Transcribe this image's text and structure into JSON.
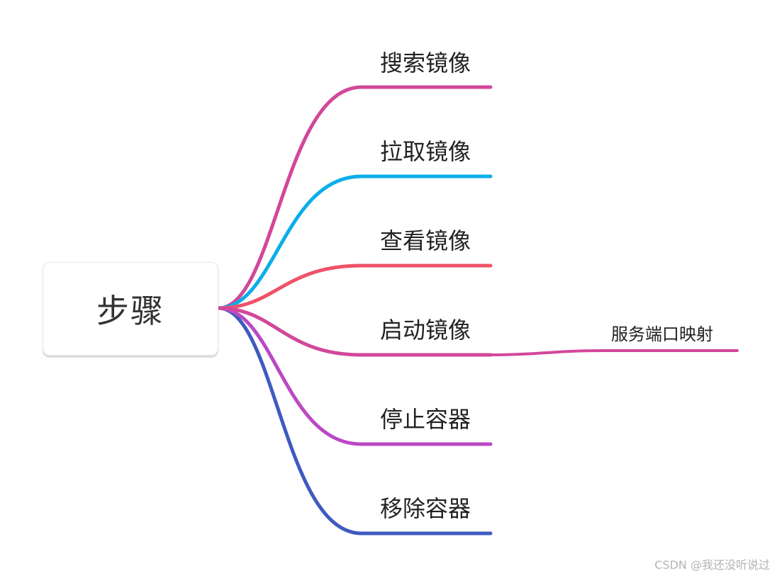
{
  "root": {
    "label": "步骤"
  },
  "branches": [
    {
      "label": "搜索镜像",
      "color": "#d2479a"
    },
    {
      "label": "拉取镜像",
      "color": "#0aaee8"
    },
    {
      "label": "查看镜像",
      "color": "#ee5369"
    },
    {
      "label": "启动镜像",
      "color": "#d2479a",
      "children": [
        {
          "label": "服务端口映射"
        }
      ]
    },
    {
      "label": "停止容器",
      "color": "#bb48c4"
    },
    {
      "label": "移除容器",
      "color": "#3f5ac0"
    }
  ],
  "watermark": "CSDN @我还没听说过"
}
